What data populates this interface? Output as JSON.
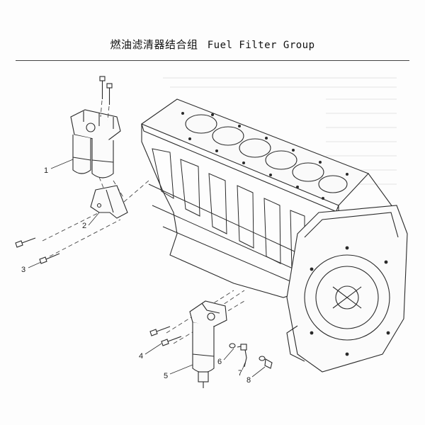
{
  "header": {
    "title_cn": "燃油滤清器结合组",
    "title_en": "Fuel Filter Group"
  },
  "callouts": [
    "1",
    "2",
    "3",
    "4",
    "5",
    "6",
    "7",
    "8"
  ],
  "colors": {
    "ink": "#2a2a2a",
    "ghost": "#cfcfcf"
  }
}
